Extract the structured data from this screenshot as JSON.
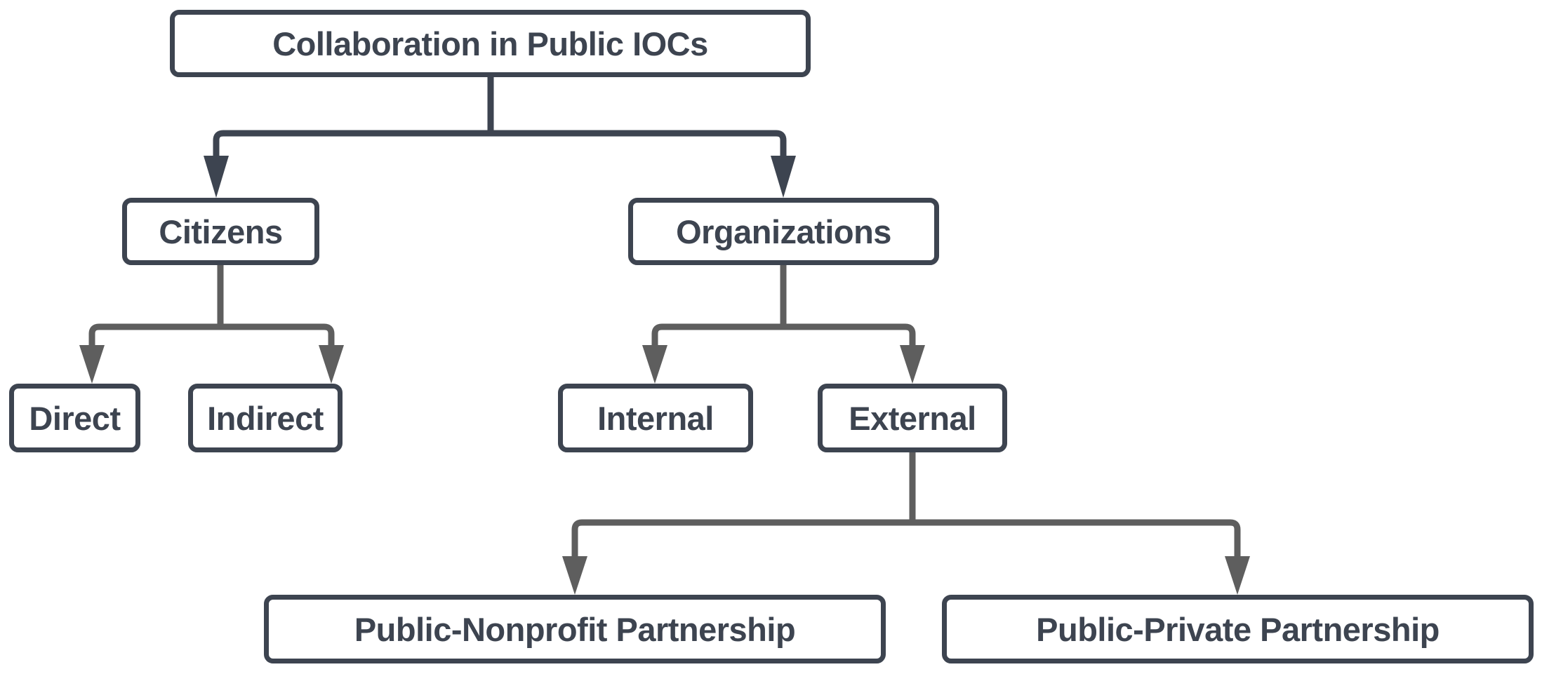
{
  "diagram": {
    "title": "Collaboration in Public IOCs",
    "type": "hierarchy-tree",
    "colors": {
      "node_border": "#3d4450",
      "node_fill": "#ffffff",
      "node_text": "#3d4450",
      "edge_root": "#3d4450",
      "edge_branch": "#5e5e5e",
      "background": "#ffffff"
    },
    "nodes": {
      "root": {
        "label": "Collaboration in Public IOCs",
        "level": 0
      },
      "citizens": {
        "label": "Citizens",
        "level": 1
      },
      "organizations": {
        "label": "Organizations",
        "level": 1
      },
      "direct": {
        "label": "Direct",
        "level": 2
      },
      "indirect": {
        "label": "Indirect",
        "level": 2
      },
      "internal": {
        "label": "Internal",
        "level": 2
      },
      "external": {
        "label": "External",
        "level": 2
      },
      "public_nonprofit": {
        "label": "Public-Nonprofit Partnership",
        "level": 3
      },
      "public_private": {
        "label": "Public-Private Partnership",
        "level": 3
      }
    },
    "edges": [
      {
        "from": "root",
        "to": "citizens"
      },
      {
        "from": "root",
        "to": "organizations"
      },
      {
        "from": "citizens",
        "to": "direct"
      },
      {
        "from": "citizens",
        "to": "indirect"
      },
      {
        "from": "organizations",
        "to": "internal"
      },
      {
        "from": "organizations",
        "to": "external"
      },
      {
        "from": "external",
        "to": "public_nonprofit"
      },
      {
        "from": "external",
        "to": "public_private"
      }
    ]
  }
}
